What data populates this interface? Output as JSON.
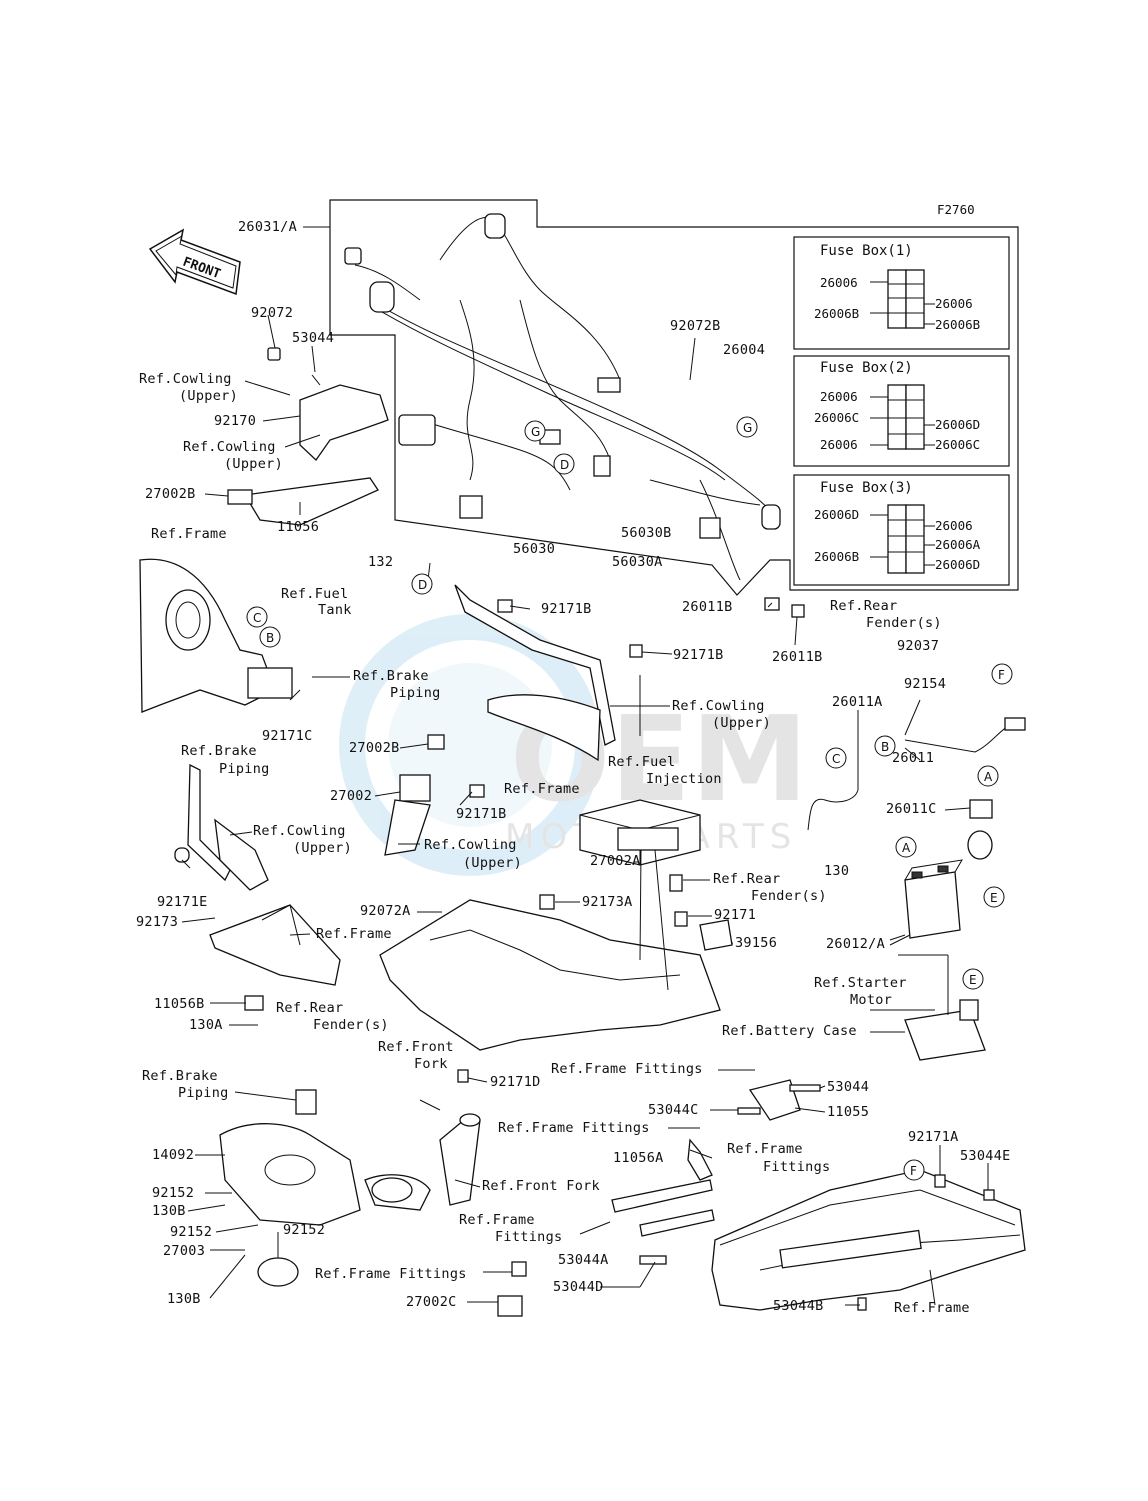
{
  "diagram_code": "F2760",
  "front_label": "FRONT",
  "watermark": {
    "main": "OEM",
    "sub": "MOTORPARTS"
  },
  "fuse_boxes": [
    {
      "title": "Fuse Box(1)",
      "left": [
        "26006",
        "26006B"
      ],
      "right": [
        "26006",
        "26006B"
      ]
    },
    {
      "title": "Fuse Box(2)",
      "left": [
        "26006",
        "26006C",
        "26006"
      ],
      "right": [
        "26006D",
        "26006C"
      ]
    },
    {
      "title": "Fuse Box(3)",
      "left": [
        "26006D",
        "26006B"
      ],
      "right": [
        "26006",
        "26006A",
        "26006D"
      ]
    }
  ],
  "callouts": [
    "A",
    "B",
    "C",
    "D",
    "E",
    "F",
    "G"
  ],
  "labels": {
    "l26031A": "26031/A",
    "l92072": "92072",
    "l53044a": "53044",
    "refCowlingUpper1": "Ref.Cowling",
    "refCowlingUpper1b": "(Upper)",
    "l92170": "92170",
    "refCowlingUpper2": "Ref.Cowling",
    "refCowlingUpper2b": "(Upper)",
    "l27002B": "27002B",
    "l11056": "11056",
    "refFrame1": "Ref.Frame",
    "l132": "132",
    "refFuelTank": "Ref.Fuel",
    "refFuelTankb": "Tank",
    "l56030": "56030",
    "l56030B": "56030B",
    "l56030A": "56030A",
    "l92072B": "92072B",
    "l26004": "26004",
    "l92171B1": "92171B",
    "l92171B2": "92171B",
    "l26011B1": "26011B",
    "l26011B2": "26011B",
    "refRearFender1": "Ref.Rear",
    "refRearFender1b": "Fender(s)",
    "l92037": "92037",
    "refBrakePiping1": "Ref.Brake",
    "refBrakePiping1b": "Piping",
    "l92171C": "92171C",
    "refBrakePiping2": "Ref.Brake",
    "refBrakePiping2b": "Piping",
    "refCowlingUpper3": "Ref.Cowling",
    "refCowlingUpper3b": "(Upper)",
    "l26011A": "26011A",
    "l92154": "92154",
    "l27002B2": "27002B",
    "l27002": "27002",
    "l92171B3": "92171B",
    "refFrame2": "Ref.Frame",
    "refFuelInjection": "Ref.Fuel",
    "refFuelInjectionb": "Injection",
    "l26011": "26011",
    "l26011C": "26011C",
    "refCowlingUpper4": "Ref.Cowling",
    "refCowlingUpper4b": "(Upper)",
    "refCowlingUpper5": "Ref.Cowling",
    "refCowlingUpper5b": "(Upper)",
    "l27002A": "27002A",
    "l130a": "130",
    "l92171E": "92171E",
    "l92173": "92173",
    "refRearFender2": "Ref.Rear",
    "refRearFender2b": "Fender(s)",
    "l92072A": "92072A",
    "l92173A": "92173A",
    "l92171": "92171",
    "refFrame3": "Ref.Frame",
    "l39156": "39156",
    "l26012A": "26012/A",
    "refStarterMotor": "Ref.Starter",
    "refStarterMotorb": "Motor",
    "l11056B": "11056B",
    "refRearFender3": "Ref.Rear",
    "refRearFender3b": "Fender(s)",
    "l130A": "130A",
    "refBatteryCase": "Ref.Battery Case",
    "refFrontFork1": "Ref.Front",
    "refFrontFork1b": "Fork",
    "refBrakePiping3": "Ref.Brake",
    "refBrakePiping3b": "Piping",
    "l92171D": "92171D",
    "refFrameFittings1": "Ref.Frame Fittings",
    "l53044b": "53044",
    "l53044C": "53044C",
    "l11055": "11055",
    "refFrameFittings2": "Ref.Frame Fittings",
    "l14092": "14092",
    "l11056A": "11056A",
    "refFrameFittings3": "Ref.Frame",
    "refFrameFittings3b": "Fittings",
    "l92171A": "92171A",
    "l53044E": "53044E",
    "refFrontFork2": "Ref.Front Fork",
    "l92152a": "92152",
    "l130B1": "130B",
    "l92152b": "92152",
    "l92152c": "92152",
    "l27003": "27003",
    "refFrameFittings4": "Ref.Frame",
    "refFrameFittings4b": "Fittings",
    "l53044A": "53044A",
    "refFrameFittings5": "Ref.Frame Fittings",
    "l53044D": "53044D",
    "l130B2": "130B",
    "l27002C": "27002C",
    "l53044B": "53044B",
    "refFrame4": "Ref.Frame"
  }
}
